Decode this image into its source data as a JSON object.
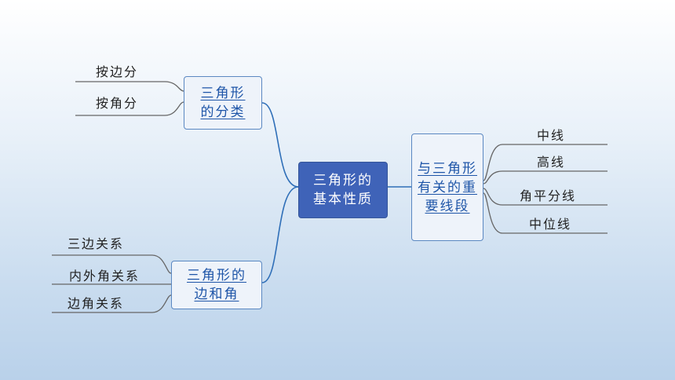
{
  "center": {
    "label": "三角形的基本性质"
  },
  "branches": [
    {
      "label": "三角形的分类",
      "leaves": [
        "按边分",
        "按角分"
      ]
    },
    {
      "label": "三角形的边和角",
      "leaves": [
        "三边关系",
        "内外角关系",
        "边角关系"
      ]
    },
    {
      "label": "与三角形有关的重要线段",
      "leaves": [
        "中线",
        "高线",
        "角平分线",
        "中位线"
      ]
    }
  ],
  "colors": {
    "center_fill": "#3f63b8",
    "branch_border": "#5b88c2",
    "link_stroke": "#2f6fb8",
    "leaf_line": "#666666",
    "branch_text": "#1e55a8"
  }
}
